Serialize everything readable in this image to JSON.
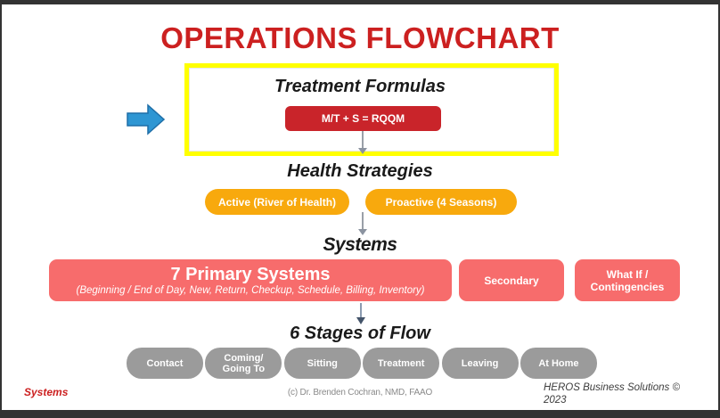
{
  "slide": {
    "title": "OPERATIONS FLOWCHART",
    "colors": {
      "title_red": "#cc2020",
      "formula_red": "#c9242a",
      "yellow_border": "#ffff00",
      "orange_pill": "#f8a90d",
      "salmon_box": "#f76c6c",
      "gray_pill": "#9b9b9b",
      "blue_arrow": "#2e96d3",
      "frame_dark": "#333333"
    },
    "treatment": {
      "heading": "Treatment Formulas",
      "formula": "M/T + S = RQQM"
    },
    "health": {
      "heading": "Health Strategies",
      "pills": [
        "Active (River of Health)",
        "Proactive (4 Seasons)"
      ]
    },
    "systems": {
      "heading": "Systems",
      "primary_title": "7 Primary Systems",
      "primary_subtitle": "(Beginning / End of Day, New, Return, Checkup, Schedule, Billing, Inventory)",
      "secondary": "Secondary",
      "whatif": "What If / Contingencies"
    },
    "stages": {
      "heading": "6 Stages of Flow",
      "pills": [
        "Contact",
        "Coming/ Going To",
        "Sitting",
        "Treatment",
        "Leaving",
        "At Home"
      ]
    },
    "footer": {
      "left": "Systems",
      "center": "(c) Dr. Brenden Cochran, NMD, FAAO",
      "right": "HEROS Business Solutions © 2023"
    }
  }
}
